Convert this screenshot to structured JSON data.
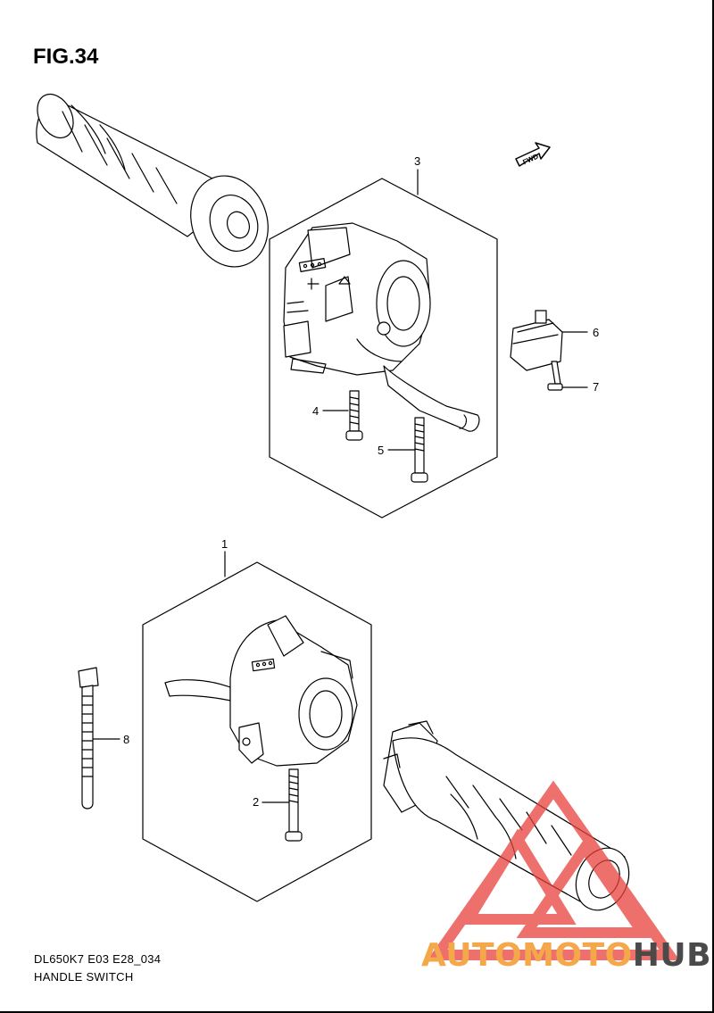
{
  "figure": {
    "title": "FIG.34",
    "direction_marker": "FWD"
  },
  "callouts": [
    "1",
    "2",
    "3",
    "4",
    "5",
    "6",
    "7",
    "8"
  ],
  "footer": {
    "model_code": "DL650K7 E03 E28_034",
    "section_name": "HANDLE SWITCH"
  },
  "watermark": {
    "part_a": "AUTOMOTO",
    "part_b": "HUB",
    "color_a": "#f4a84a",
    "color_b": "#4a4a4a",
    "logo_color": "#e8413c"
  },
  "colors": {
    "line": "#000000",
    "background": "#ffffff"
  }
}
